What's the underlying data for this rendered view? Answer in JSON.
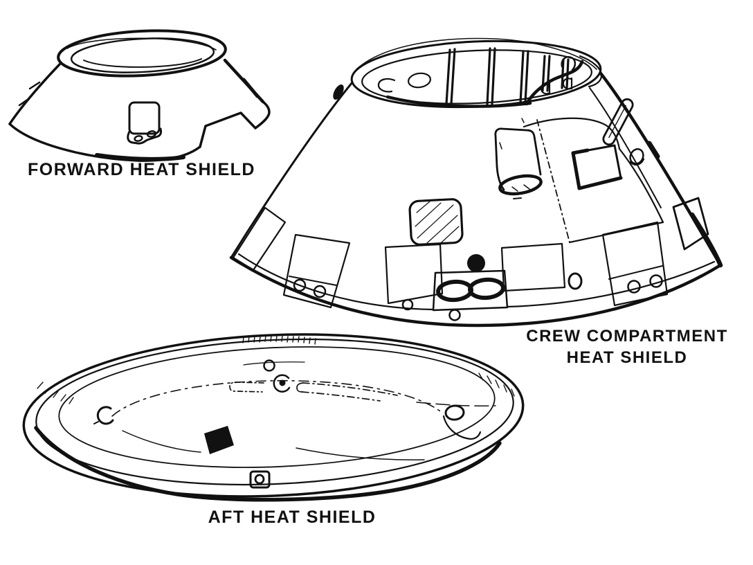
{
  "figure": {
    "background_color": "#ffffff",
    "ink_color": "#111111",
    "labels": {
      "forward": "FORWARD HEAT SHIELD",
      "crew_line1": "CREW COMPARTMENT",
      "crew_line2": "HEAT SHIELD",
      "aft": "AFT HEAT SHIELD"
    },
    "parts": [
      {
        "id": "forward-heat-shield",
        "label": "FORWARD HEAT SHIELD"
      },
      {
        "id": "crew-compartment-heat-shield",
        "label": "CREW COMPARTMENT HEAT SHIELD"
      },
      {
        "id": "aft-heat-shield",
        "label": "AFT HEAT SHIELD"
      }
    ]
  }
}
